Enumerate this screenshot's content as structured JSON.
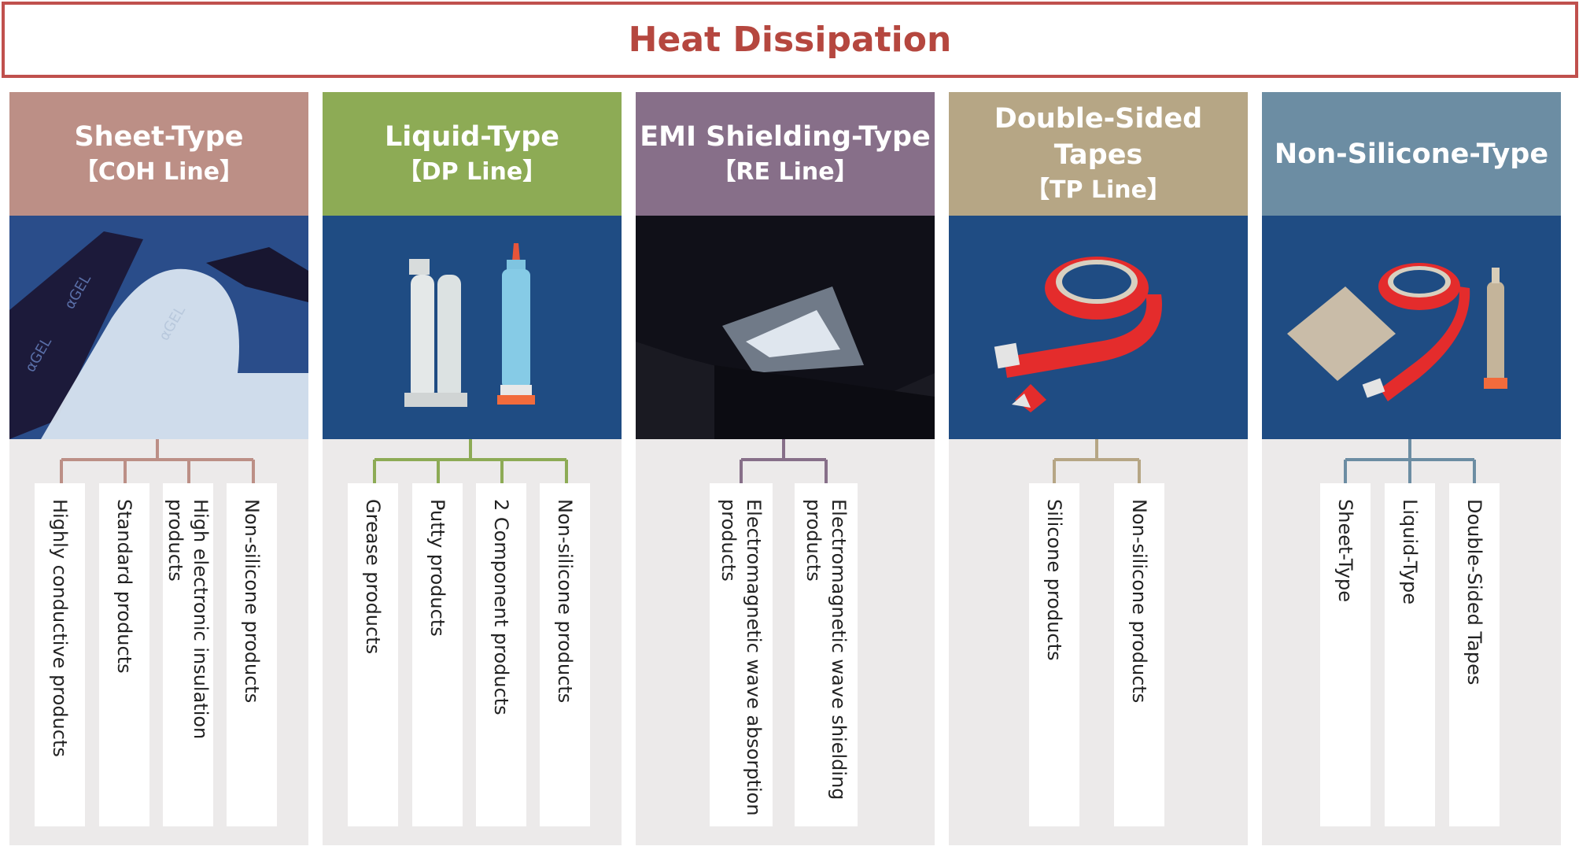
{
  "title": "Heat Dissipation",
  "columns": [
    {
      "title": "Sheet-Type",
      "subtitle": "【COH Line】",
      "color": "#bc8f86",
      "items": [
        "Highly conductive products",
        "Standard products",
        "High electronic insulation products",
        "Non-silicone products"
      ],
      "logo_text": "αGEL"
    },
    {
      "title": "Liquid-Type",
      "subtitle": "【DP Line】",
      "color": "#8dab55",
      "items": [
        "Grease products",
        "Putty products",
        "2 Component products",
        "Non-silicone products"
      ]
    },
    {
      "title": "EMI Shielding-Type",
      "subtitle": "【RE Line】",
      "color": "#876f89",
      "items": [
        "Electromagnetic wave absorption products",
        "Electromagnetic wave shielding products"
      ]
    },
    {
      "title": "Double-Sided Tapes",
      "subtitle": "【TP Line】",
      "color": "#b6a685",
      "items": [
        "Silicone products",
        "Non-silicone products"
      ]
    },
    {
      "title": "Non-Silicone-Type",
      "subtitle": "",
      "color": "#6c8da3",
      "items": [
        "Sheet-Type",
        "Liquid-Type",
        "Double-Sided Tapes"
      ]
    }
  ]
}
